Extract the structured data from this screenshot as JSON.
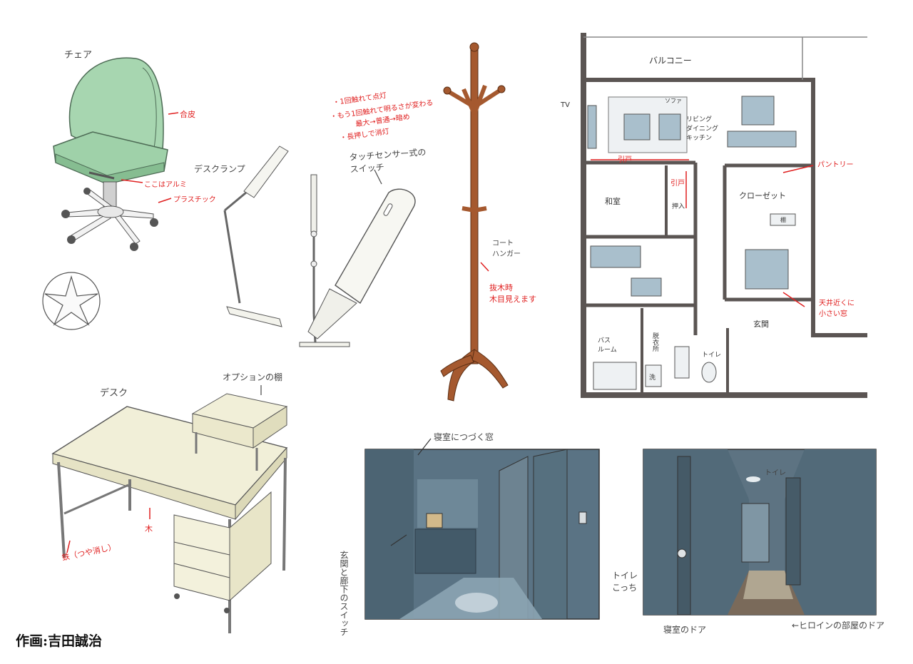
{
  "credit": "作画:吉田誠治",
  "chair": {
    "title": "チェア",
    "notes": [
      "合皮",
      "ここはアルミ",
      "プラスチック"
    ]
  },
  "lamp": {
    "title": "デスクランプ",
    "touch_switch": "タッチセンサー式の\nスイッチ",
    "notes": [
      "・1回触れて点灯",
      "・もう1回触れて明るさが変わる",
      "最大→普通→暗め",
      "・長押しで消灯"
    ]
  },
  "hanger": {
    "title": "コート\nハンガー",
    "note": "抜木時\n木目見えます"
  },
  "desk": {
    "title": "デスク",
    "shelf": "オプションの棚",
    "notes": [
      "鉄（つや消し）",
      "木"
    ]
  },
  "floorplan": {
    "labels": {
      "balcony": "バルコニー",
      "tv": "TV",
      "sofa": "ソファ",
      "living": "リビング\nダイニング\nキッチン",
      "sliding_door": "引戸",
      "sliding_door2": "引戸",
      "pantry": "パントリー",
      "japanese_room": "和室",
      "oshiire": "押入",
      "closet": "クローゼット",
      "shelf": "棚",
      "high_window": "天井近くに\n小さい窓",
      "entrance": "玄関",
      "bath": "バス\nルーム",
      "dressing": "脱衣所",
      "washer": "洗",
      "toilet": "トイレ"
    }
  },
  "scene1": {
    "top_label": "寝室につづく窓",
    "left_label": "玄関と廊下のスイッチ",
    "right_label": "トイレ\nこっち"
  },
  "scene2": {
    "toilet_label": "トイレ",
    "bedroom_door": "寝室のドア",
    "heroine_door": "←ヒロインの部屋のドア"
  },
  "colors": {
    "chair": "#a7d6b0",
    "desk": "#f1efd8",
    "wood": "#a5592f",
    "room_blue": "#a9bfcc",
    "scene_bg": "#5a7384",
    "note_red": "#e02020"
  }
}
